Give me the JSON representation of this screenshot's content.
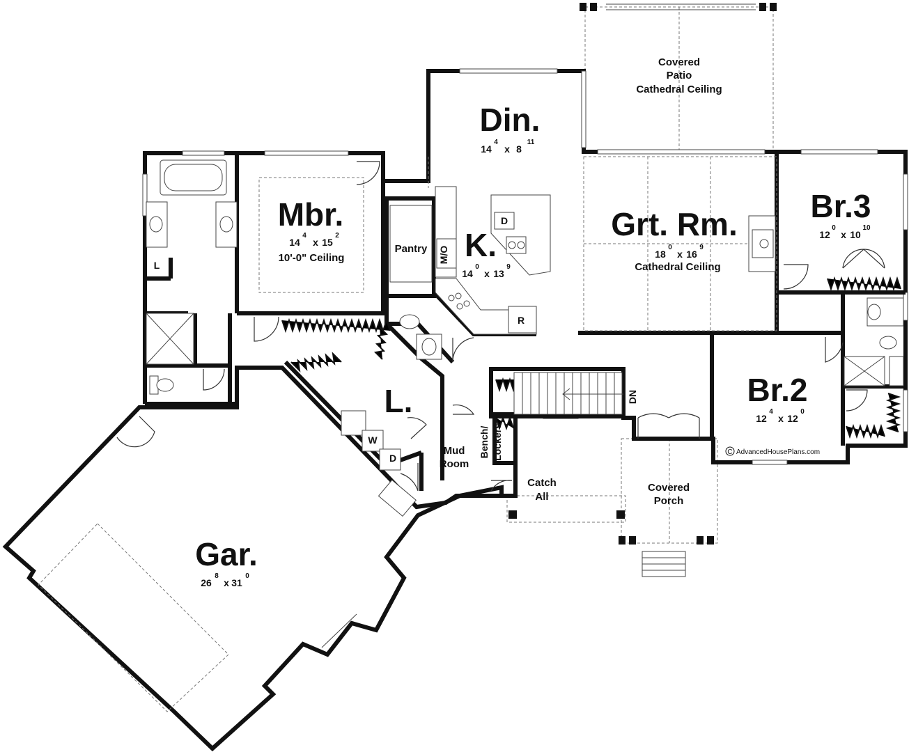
{
  "rooms": {
    "din": {
      "name": "Din.",
      "w": "14",
      "w_in": "4",
      "d": "8",
      "d_in": "11"
    },
    "mbr": {
      "name": "Mbr.",
      "w": "14",
      "w_in": "4",
      "d": "15",
      "d_in": "2",
      "note": "10'-0\" Ceiling"
    },
    "kit": {
      "name": "K.",
      "w": "14",
      "w_in": "0",
      "d": "13",
      "d_in": "9"
    },
    "grt": {
      "name": "Grt. Rm.",
      "w": "18",
      "w_in": "0",
      "d": "16",
      "d_in": "9",
      "note": "Cathedral Ceiling"
    },
    "br3": {
      "name": "Br.3",
      "w": "12",
      "w_in": "0",
      "d": "10",
      "d_in": "10"
    },
    "br2": {
      "name": "Br.2",
      "w": "12",
      "w_in": "4",
      "d": "12",
      "d_in": "0"
    },
    "gar": {
      "name": "Gar.",
      "w": "26",
      "w_in": "8",
      "d": "31",
      "d_in": "0"
    },
    "laundry": {
      "name": "L."
    }
  },
  "labels": {
    "patio_line1": "Covered",
    "patio_line2": "Patio",
    "patio_line3": "Cathedral Ceiling",
    "pantry": "Pantry",
    "mo": "M/O",
    "mud_line1": "Mud",
    "mud_line2": "Room",
    "bench_line1": "Bench/",
    "bench_line2": "Lockers",
    "catch_line1": "Catch",
    "catch_line2": "All",
    "porch_line1": "Covered",
    "porch_line2": "Porch",
    "dn": "DN",
    "bath_l": "L",
    "dw": "D",
    "ref": "R",
    "washer": "W",
    "dryer": "D",
    "dimension_sep": "x"
  },
  "credit": {
    "symbol": "C",
    "text": "AdvancedHousePlans.com"
  }
}
